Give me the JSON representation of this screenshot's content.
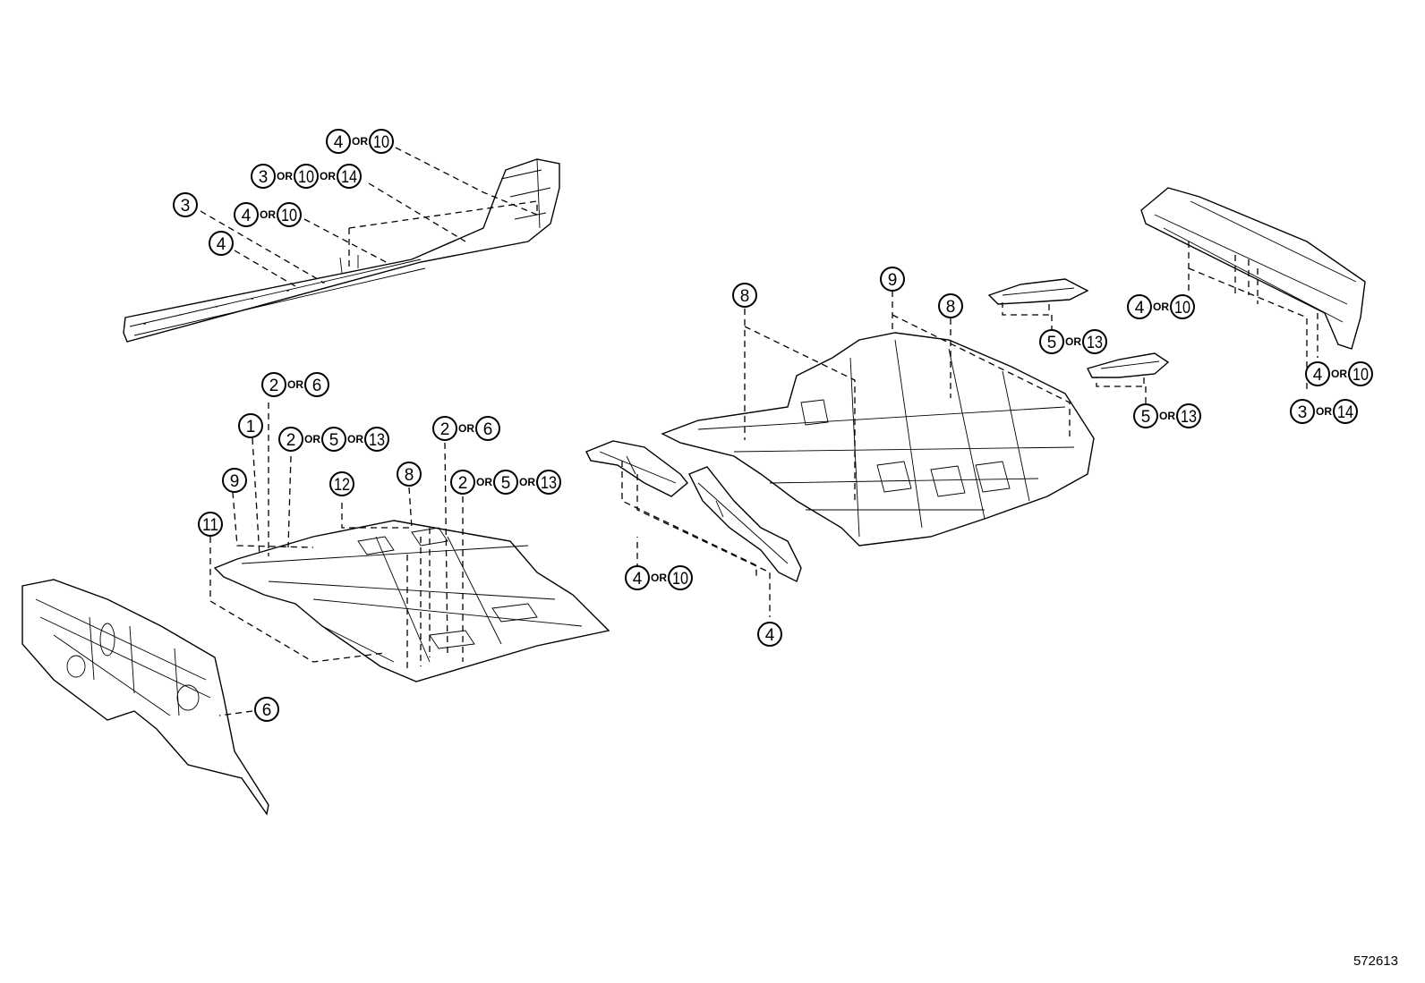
{
  "drawing_number": "572613",
  "or_word": "OR",
  "callouts": {
    "rocker_top": [
      "4",
      "10"
    ],
    "rocker_second": [
      "3",
      "10",
      "14"
    ],
    "rocker_third": [
      "4",
      "10"
    ],
    "rocker_left_3": [
      "3"
    ],
    "rocker_left_4": [
      "4"
    ],
    "front_2or6_left": [
      "2",
      "6"
    ],
    "front_1": [
      "1"
    ],
    "front_2or5or13_left": [
      "2",
      "5",
      "13"
    ],
    "front_9": [
      "9"
    ],
    "front_12": [
      "12"
    ],
    "front_8": [
      "8"
    ],
    "front_2or6_right": [
      "2",
      "6"
    ],
    "front_2or5or13_right": [
      "2",
      "5",
      "13"
    ],
    "front_11": [
      "11"
    ],
    "dash_6": [
      "6"
    ],
    "rails_4or10": [
      "4",
      "10"
    ],
    "rails_4": [
      "4"
    ],
    "rear_8_left": [
      "8"
    ],
    "rear_9": [
      "9"
    ],
    "rear_8_right": [
      "8"
    ],
    "bracket_upper_5or13": [
      "5",
      "13"
    ],
    "bracket_lower_5or13": [
      "5",
      "13"
    ],
    "crossmember_4or10_left": [
      "4",
      "10"
    ],
    "crossmember_4or10_right": [
      "4",
      "10"
    ],
    "crossmember_3or14": [
      "3",
      "14"
    ]
  }
}
